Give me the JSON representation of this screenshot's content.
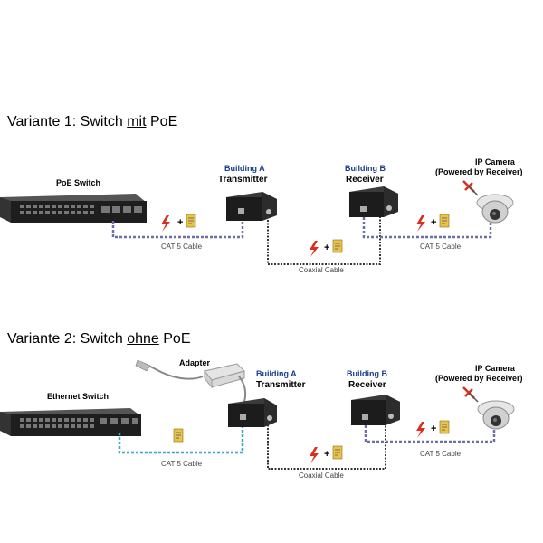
{
  "variant1": {
    "heading_prefix": "Variante 1: Switch ",
    "heading_em": "mit",
    "heading_suffix": " PoE",
    "switch_label": "PoE Switch",
    "building_a": "Building A",
    "transmitter": "Transmitter",
    "building_b": "Building B",
    "receiver": "Receiver",
    "camera_title": "IP Camera",
    "camera_sub": "(Powered by Receiver)",
    "cat5_left": "CAT 5 Cable",
    "cat5_right": "CAT 5 Cable",
    "coax": "Coaxial Cable",
    "plus": "+"
  },
  "variant2": {
    "heading_prefix": "Variante 2: Switch ",
    "heading_em": "ohne",
    "heading_suffix": " PoE",
    "switch_label": "Ethernet Switch",
    "adapter": "Adapter",
    "building_a": "Building A",
    "transmitter": "Transmitter",
    "building_b": "Building B",
    "receiver": "Receiver",
    "camera_title": "IP Camera",
    "camera_sub": "(Powered by Receiver)",
    "cat5_left": "CAT 5 Cable",
    "cat5_right": "CAT 5 Cable",
    "coax": "Coaxial Cable",
    "plus": "+"
  },
  "colors": {
    "cat5_poe": "#6b6fa8",
    "cat5_plain": "#3aa6c8",
    "coax": "#333333",
    "device": "#1c1c1c",
    "label_blue": "#1a3c8f",
    "bolt": "#d83020",
    "data_doc": "#e8c24a"
  }
}
